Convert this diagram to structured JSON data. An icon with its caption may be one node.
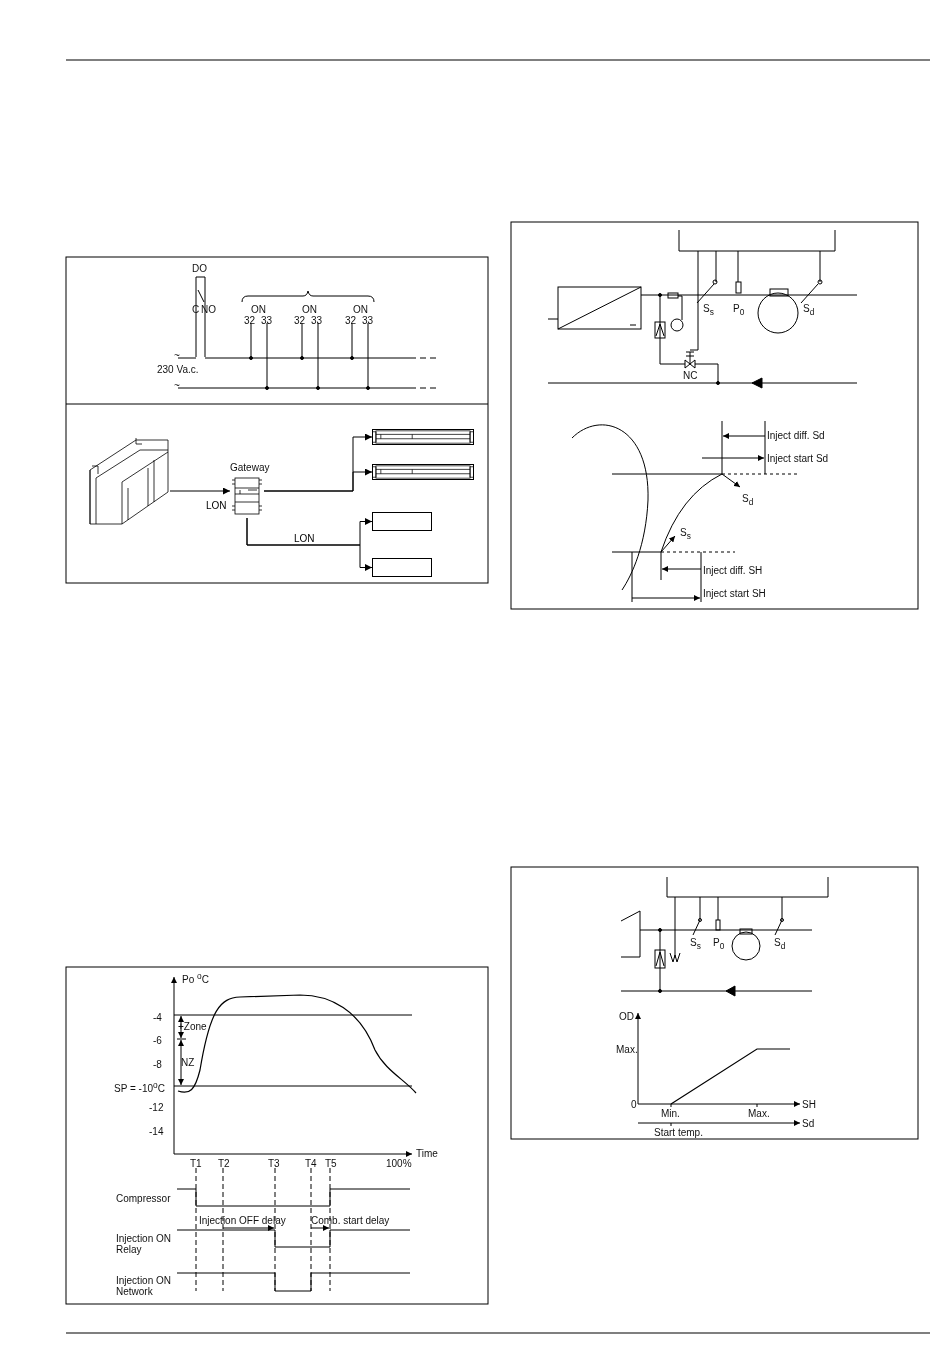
{
  "diagram": {
    "nodes": [
      {
        "text": [],
        "shape": "picture"
      },
      {
        "text": [
          "Gateway"
        ]
      },
      {
        "text": [],
        "shape": "box"
      },
      {
        "text": [],
        "shape": "box"
      },
      {
        "text": [],
        "shape": "box"
      },
      {
        "text": [],
        "shape": "box"
      }
    ],
    "edges": [
      {
        "from": 0,
        "to": 1,
        "arrow": "to",
        "label": "LON"
      },
      {
        "from": 1,
        "to": 2,
        "arrow": "to"
      },
      {
        "from": 1,
        "to": 3,
        "arrow": "to"
      },
      {
        "from": 1,
        "to": 4,
        "arrow": "to",
        "label": "LON"
      },
      {
        "from": 1,
        "to": 5,
        "arrow": "to"
      }
    ],
    "labels": [
      "DO",
      "C",
      "NO",
      "ON",
      "32",
      "33",
      "ON",
      "32",
      "33",
      "ON",
      "32",
      "33",
      "~",
      "230 Va.c.",
      "~",
      "Po $^{o}$C",
      "-4",
      "+Zone",
      "-6",
      "-8",
      "NZ",
      "SP = -10$^{o}$C",
      "-12",
      "-14",
      "Time",
      "T1",
      "T2",
      "T3",
      "T4",
      "T5",
      "100%",
      "Compressor",
      "Injection OFF delay",
      "Comb. start delay",
      "Injection ON Relay",
      "Injection ON Network",
      "S$_{s}$",
      "P$_{0}$",
      "S$_{d}$",
      "NC",
      "Inject diff. Sd",
      "Inject start Sd",
      "S$_{d}$",
      "S$_{s}$",
      "Inject diff. SH",
      "Inject start SH",
      "S$_{s}$",
      "P$_{0}$",
      "S$_{d}$",
      "OD",
      "Max.",
      "0",
      "Min.",
      "Max.",
      "SH",
      "Sd",
      "Start temp."
    ]
  }
}
